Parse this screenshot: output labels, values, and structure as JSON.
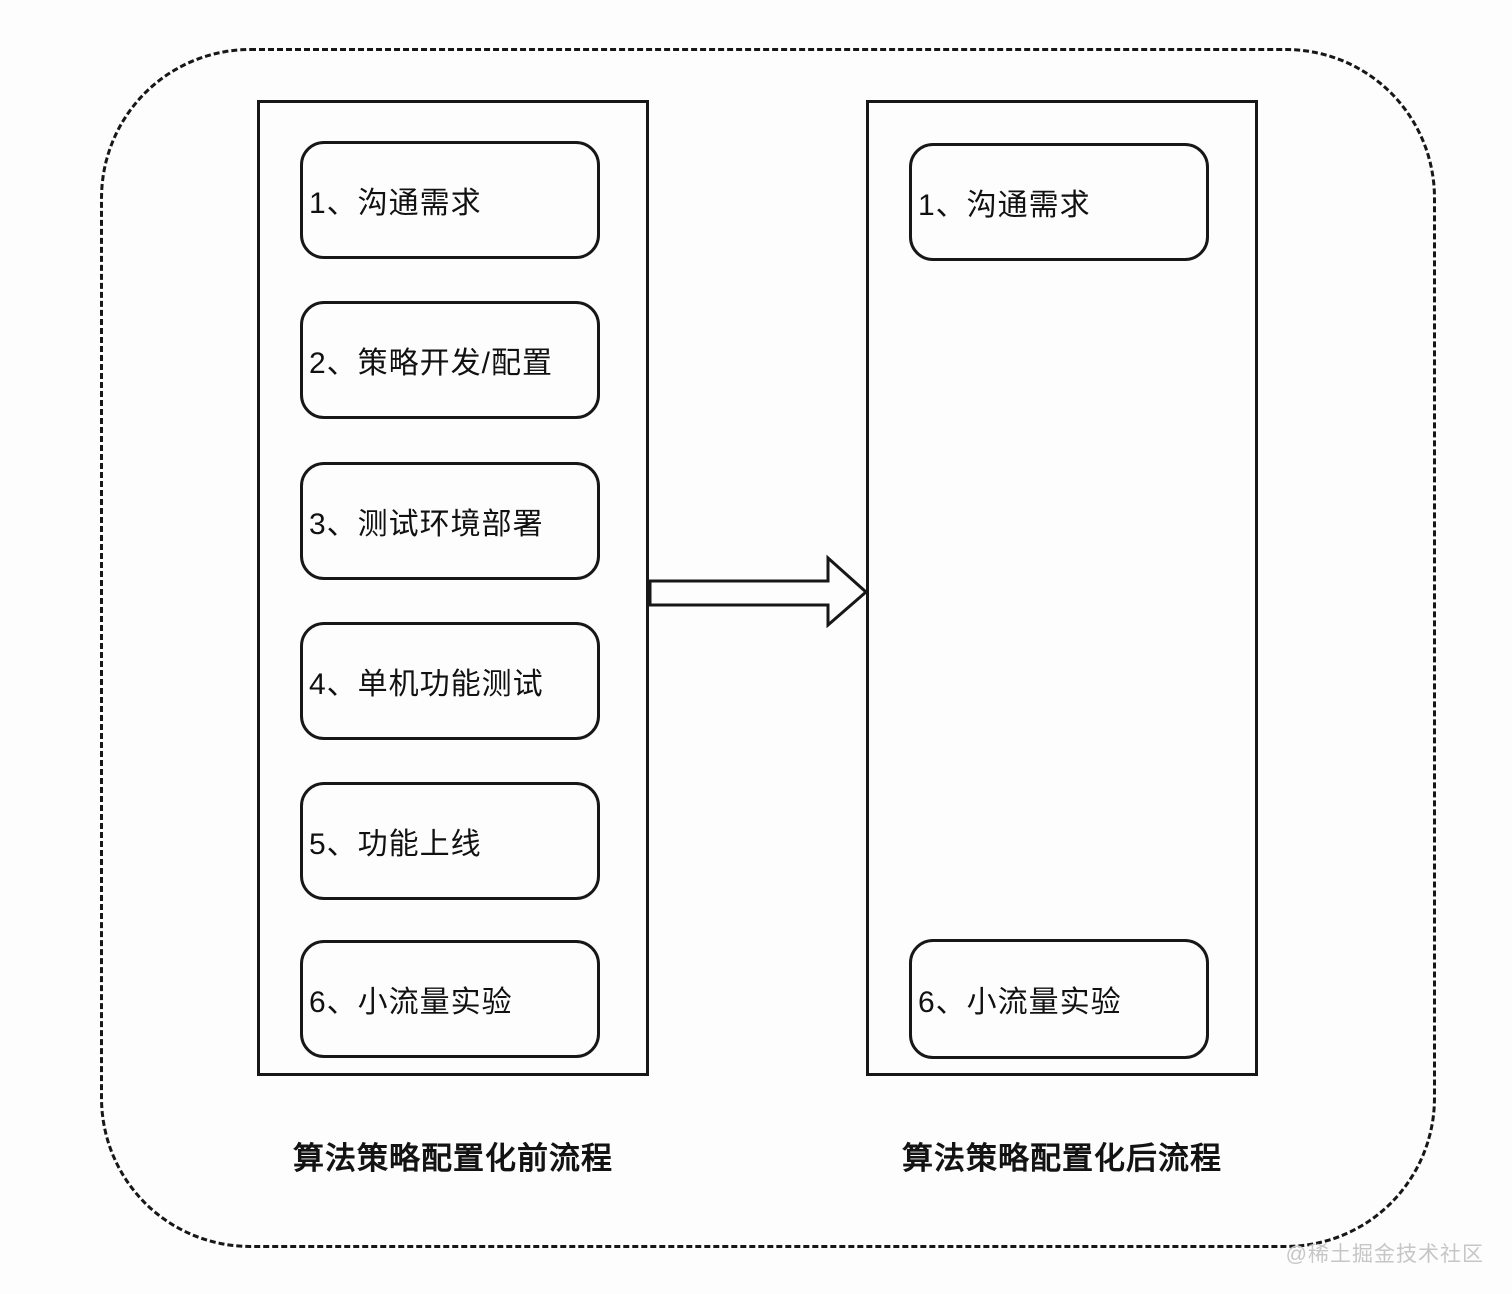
{
  "diagram": {
    "left_panel": {
      "label": "算法策略配置化前流程",
      "steps": [
        "1、沟通需求",
        "2、策略开发/配置",
        "3、测试环境部署",
        "4、单机功能测试",
        "5、功能上线",
        "6、小流量实验"
      ]
    },
    "right_panel": {
      "label": "算法策略配置化后流程",
      "steps": [
        "1、沟通需求",
        "6、小流量实验"
      ]
    },
    "arrow": {
      "direction": "right",
      "meaning": "transition from old flow to new flow"
    },
    "watermark": "@稀土掘金技术社区",
    "colors": {
      "line": "#171717",
      "background": "#fdfdfd",
      "watermark": "#c6c6c6"
    }
  }
}
